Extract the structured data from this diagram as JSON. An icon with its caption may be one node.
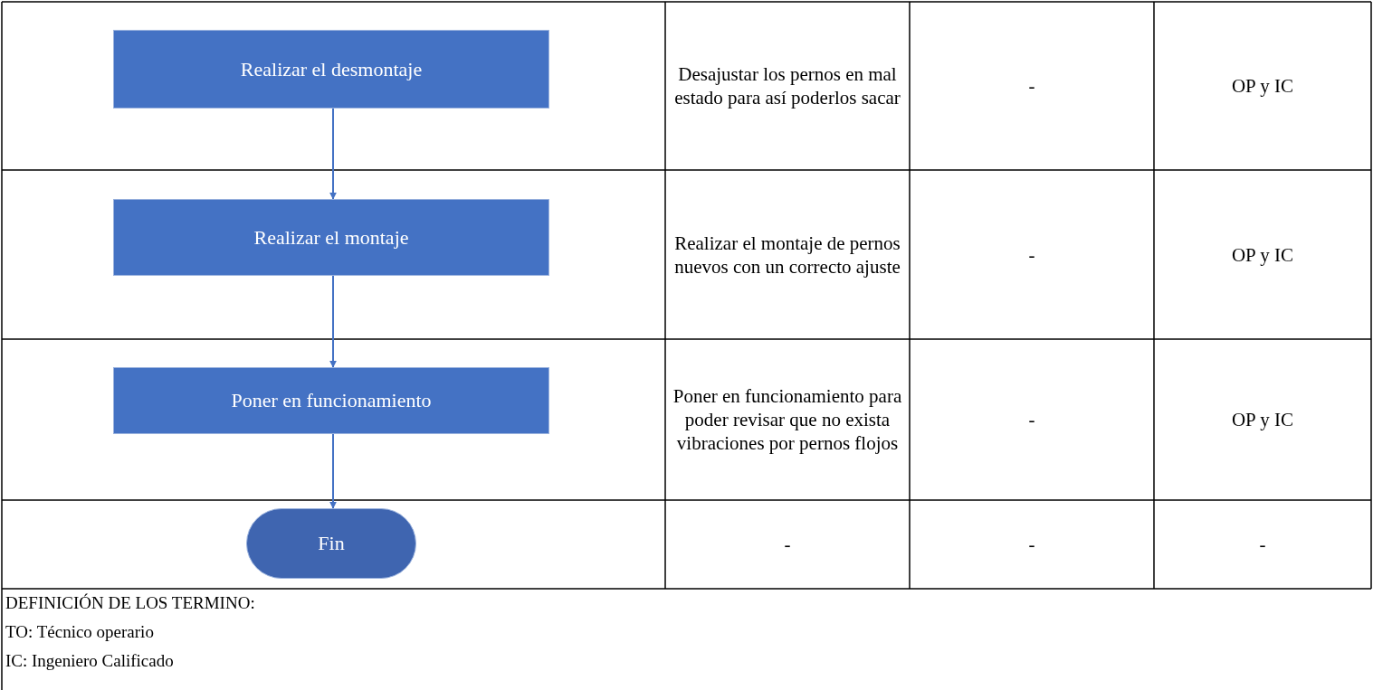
{
  "diagram": {
    "nodes": [
      {
        "text": [
          "Realizar el desmontaje"
        ]
      },
      {
        "text": [
          "Realizar el montaje"
        ]
      },
      {
        "text": [
          "Poner en funcionamiento"
        ]
      },
      {
        "text": [
          "Fin"
        ]
      }
    ],
    "edges": [
      {
        "from": 0,
        "to": 1,
        "arrow": "to"
      },
      {
        "from": 1,
        "to": 2,
        "arrow": "to"
      },
      {
        "from": 2,
        "to": 3,
        "arrow": "to"
      }
    ],
    "labels": [
      "Desajustar los pernos en mal estado para así poderlos sacar",
      "-",
      "OP y IC",
      "Realizar el montaje de pernos nuevos con un correcto ajuste",
      "-",
      "OP y IC",
      "Poner en funcionamiento para poder revisar que no exista vibraciones por pernos flojos",
      "-",
      "OP y IC",
      "-",
      "-",
      "-",
      "DEFINICIÓN DE LOS TERMINO:",
      "TO: Técnico operario",
      "IC: Ingeniero Calificado"
    ]
  }
}
